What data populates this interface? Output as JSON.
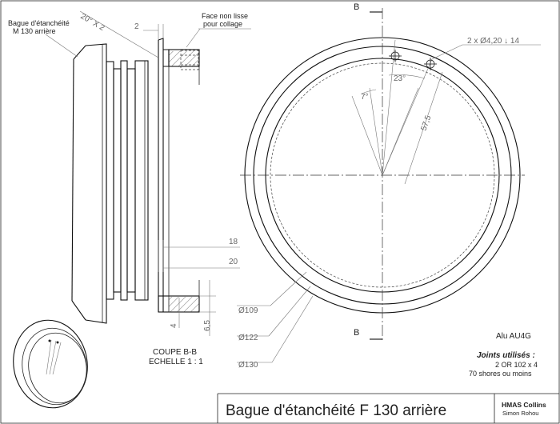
{
  "title": "Bague d'étanchéité F 130 arrière",
  "labels": {
    "mating_part_line1": "Bague d'étanchéité",
    "mating_part_line2": "M 130 arrière",
    "surface_note_line1": "Face non lisse",
    "surface_note_line2": "pour collage",
    "section_marker": "B",
    "section_title": "COUPE B-B",
    "scale": "ECHELLE 1 : 1"
  },
  "dimensions": {
    "chamfer": "20° X 2",
    "lip_width": "2",
    "width_18": "18",
    "width_20": "20",
    "depth_4": "4",
    "depth_6_5": "6,5",
    "dia_109": "Ø109",
    "dia_122": "Ø122",
    "dia_130": "Ø130",
    "holes": "2 x Ø4,20 ↓ 14",
    "angle_23": "23°",
    "angle_7": "7°",
    "radius_57_5": "57,5"
  },
  "notes": {
    "material": "Alu AU4G",
    "seals_title": "Joints utilisés :",
    "seals_line1": "2 OR 102 x 4",
    "seals_line2": "70 shores ou moins"
  },
  "title_block": {
    "company": "HMAS Collins",
    "author": "Simon Rohou"
  },
  "colors": {
    "line": "#222222",
    "dimension": "#777777",
    "background": "#ffffff"
  }
}
